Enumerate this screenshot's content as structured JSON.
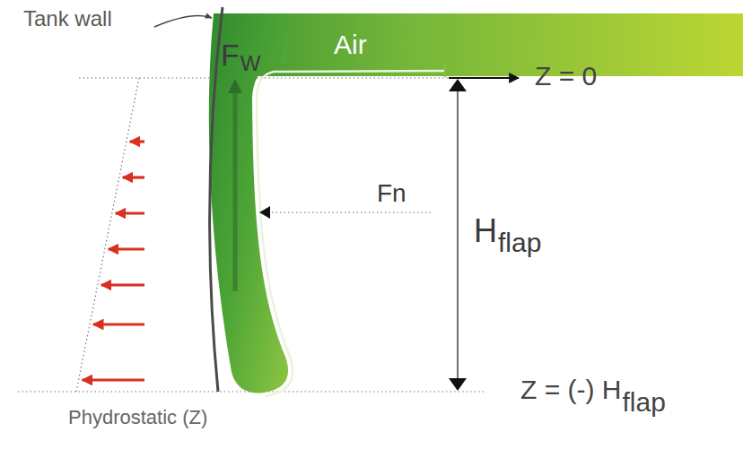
{
  "diagram": {
    "nodes": [
      {
        "text": [
          "Air"
        ]
      }
    ],
    "labels": [
      "Tank wall",
      "F",
      "W",
      "Fn",
      "Z = 0",
      "H",
      "flap",
      "Z = (-) H",
      "flap",
      "Phydrostatic (Z)"
    ]
  }
}
